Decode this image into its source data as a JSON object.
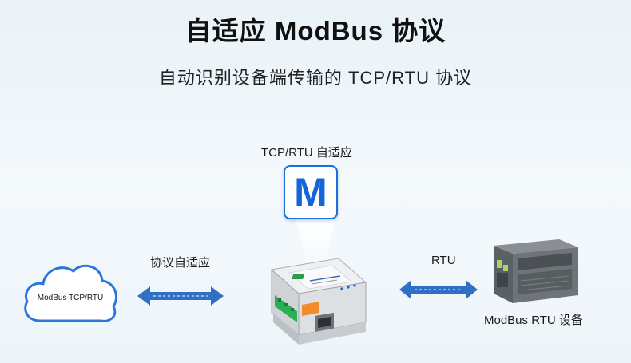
{
  "header": {
    "title": "自适应 ModBus 协议",
    "subtitle": "自动识别设备端传输的 TCP/RTU 协议"
  },
  "diagram": {
    "badge_caption": "TCP/RTU 自适应",
    "badge_letter": "M",
    "left_link_label": "协议自适应",
    "right_link_label": "RTU",
    "cloud_label": "ModBus TCP/RTU",
    "plc_label": "ModBus RTU 设备"
  },
  "icons": {
    "badge": "modbus-m-icon",
    "cloud": "cloud-icon",
    "left_arrow": "double-arrow-icon",
    "right_arrow": "double-arrow-icon",
    "device": "io-module-icon",
    "plc": "plc-icon"
  },
  "colors": {
    "accent": "#1565d8",
    "arrow": "#2f6fc4",
    "cloud_stroke": "#2a78d8",
    "module_body": "#d9dde0",
    "plc_body": "#6f7478"
  }
}
